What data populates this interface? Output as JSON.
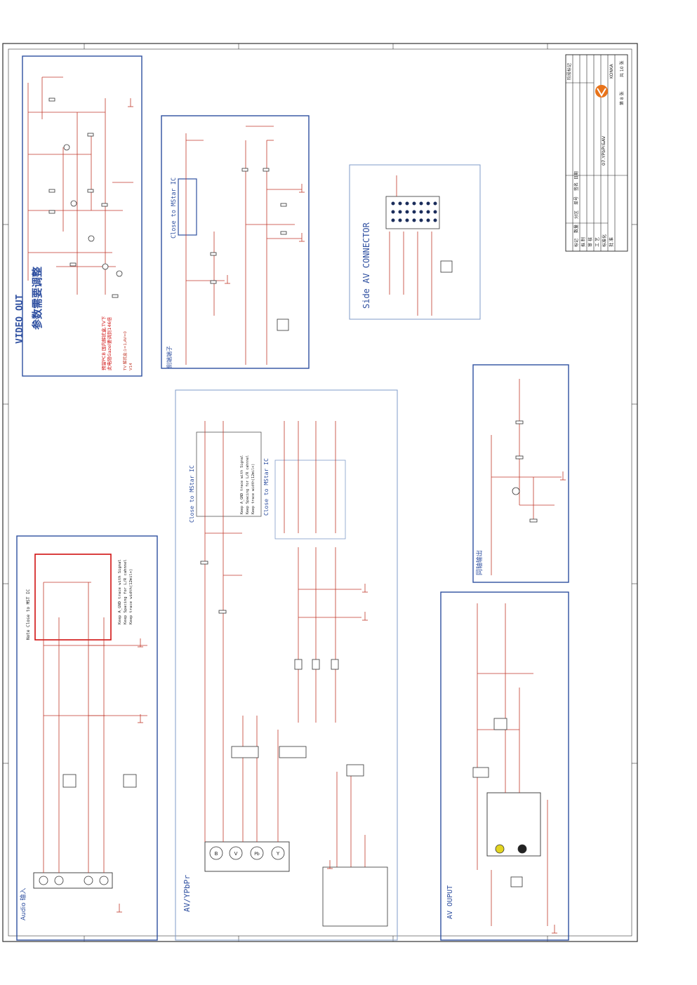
{
  "sections": {
    "video_out": {
      "title": "VIDEO OUT",
      "subtitle": "参数需要调整",
      "note1": "预留PCB 国内解扰盒,TV下",
      "note2": "此电阻Gazel要调到146倍",
      "note3": "TV 解扰盒:1=1,AV=0",
      "note4": "V14"
    },
    "close_to_mstar_top": {
      "title": "Close to MStar IC",
      "side_label": "侧端端子"
    },
    "side_av": {
      "title": "Side AV CONNECTOR"
    },
    "audio_in": {
      "title": "Audio 输入",
      "note": "Note Close to MST IC",
      "keep1": "Keep A_GND trace with Signal",
      "keep2": "Keep Spacing for L/R cahnnel",
      "keep3": "Keep trace width(12mil+)"
    },
    "av_ypbpr": {
      "title": "AV/YPbPr",
      "close_title": "Close to MStar IC",
      "close_title2": "Close to MStar IC",
      "keep1": "Keep A_GND trace with Signal",
      "keep2": "Keep Spacing for L/R cahnnel",
      "keep3": "Keep trace width(12mil+)",
      "jacks": [
        "B",
        "V",
        "Pb",
        "Y"
      ]
    },
    "coax": {
      "title": "同轴输出"
    },
    "av_output": {
      "title": "AV OUPUT"
    }
  },
  "title_block": {
    "header_cells": [
      "标记",
      "数量",
      "分区",
      "单号",
      "签名",
      "日期"
    ],
    "rows": [
      "拟 制",
      "审 核",
      "工 艺",
      "标准化",
      "批 准"
    ],
    "right_header": "阶段标记",
    "company": "KONKA",
    "sheet_name": "07.YPbPr&AV",
    "sheet_no": "第 8 张",
    "sheet_total": "共 10 张"
  },
  "colors": {
    "frame": "#333333",
    "section_box": "#2e4fa0",
    "wire": "#c0392b",
    "highlight": "#d01010",
    "logo": "#e8731a"
  }
}
